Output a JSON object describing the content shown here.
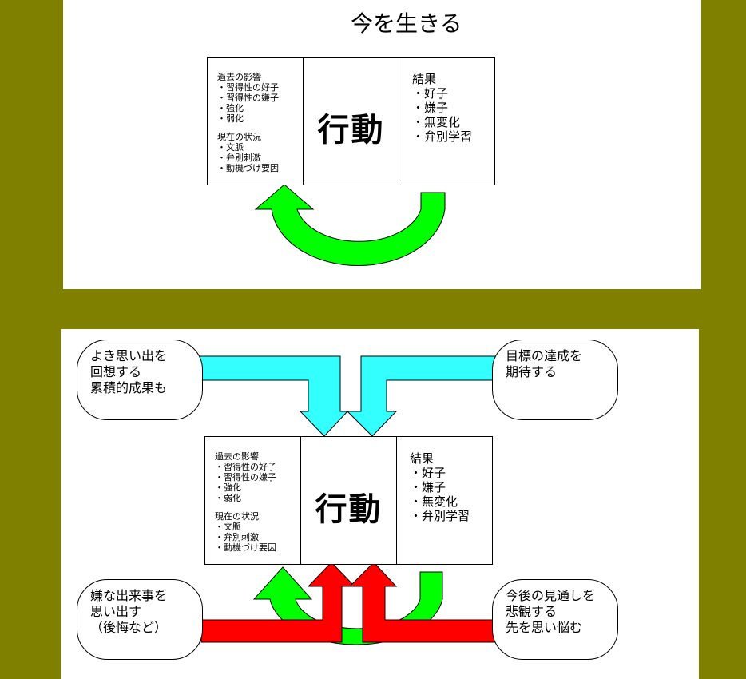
{
  "title": "今を生きる",
  "box": {
    "past_heading": "過去の影響",
    "past_items": [
      "・習得性の好子",
      "・習得性の嫌子",
      "・強化",
      "・弱化"
    ],
    "present_heading": "現在の状況",
    "present_items": [
      "・文脈",
      "・弁別刺激",
      "・動機づけ要因"
    ],
    "behavior": "行動",
    "result_heading": "結果",
    "result_items": [
      "・好子",
      "・嫌子",
      "・無変化",
      "・弁別学習"
    ]
  },
  "bubbles": {
    "top_left": [
      "よき思い出を",
      "回想する",
      "累積的成果も"
    ],
    "top_right": [
      "目標の達成を",
      "期待する"
    ],
    "bottom_left": [
      "嫌な出来事を",
      "思い出す",
      "（後悔など）"
    ],
    "bottom_right": [
      "今後の見通しを",
      "悲観する",
      "先を思い悩む"
    ]
  },
  "colors": {
    "background": "#808000",
    "panel": "#ffffff",
    "green_arrow": "#00ff00",
    "cyan_arrow": "#33ffff",
    "red_arrow": "#ff0000"
  }
}
